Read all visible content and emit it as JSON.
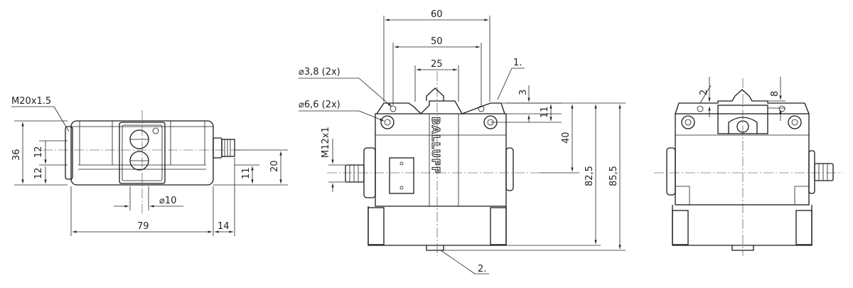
{
  "views": {
    "side": {
      "thread": "M20x1.5",
      "height_total": "36",
      "height_a": "12",
      "height_b": "12",
      "height_right": "20",
      "height_right_small": "11",
      "diameter": "⌀10",
      "length": "79",
      "length_small": "14"
    },
    "front": {
      "width_60": "60",
      "width_50": "50",
      "width_25": "25",
      "hole_small": "⌀3,8 (2x)",
      "hole_large": "⌀6,6 (2x)",
      "thread": "M12x1",
      "dim_3": "3",
      "dim_11": "11",
      "dim_40": "40",
      "dim_825": "82,5",
      "dim_855": "85,5",
      "callout_1": "1.",
      "callout_2": "2.",
      "brand": "BALLUFF"
    },
    "right": {
      "dim_2": "2",
      "dim_8": "8"
    }
  }
}
